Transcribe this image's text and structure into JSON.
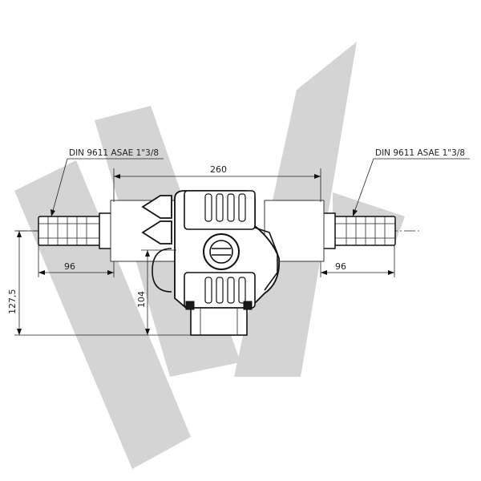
{
  "drawing": {
    "watermark_color": "#d4d4d4",
    "line_color": "#111111"
  },
  "labels": {
    "left_shaft_spec": "DIN 9611 ASAE 1\"3/8",
    "right_shaft_spec": "DIN 9611 ASAE 1\"3/8"
  },
  "dimensions": {
    "overall_length": "260",
    "left_shaft_length": "96",
    "right_shaft_length": "96",
    "axis_to_base": "104",
    "total_height": "127,5"
  }
}
